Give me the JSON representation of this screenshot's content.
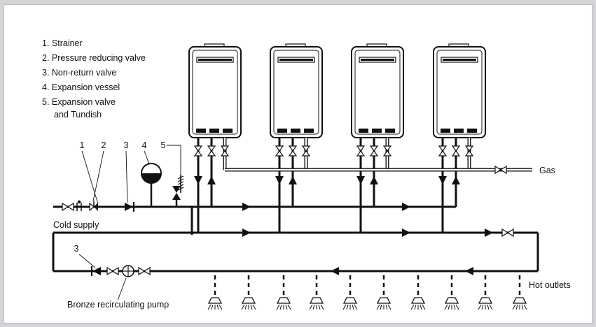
{
  "legend": [
    "1. Strainer",
    "2. Pressure reducing valve",
    "3. Non-return valve",
    "4. Expansion vessel",
    "5. Expansion valve",
    "and Tundish"
  ],
  "callouts": [
    "1",
    "2",
    "3",
    "4",
    "5"
  ],
  "labels": {
    "gas": "Gas",
    "cold_supply": "Cold supply",
    "hot_outlets": "Hot outlets",
    "pump": "Bronze recirculating pump",
    "nonreturn_loop": "3"
  },
  "colors": {
    "background": "#d4d5d8",
    "panel": "#ffffff",
    "line": "#111111"
  }
}
